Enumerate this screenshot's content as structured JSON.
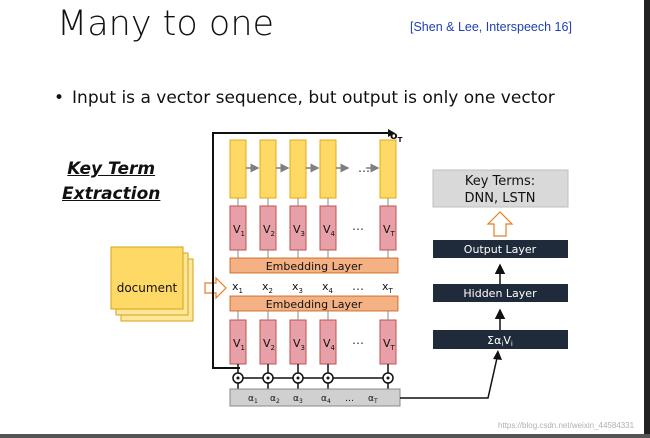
{
  "slide": {
    "title": "Many to one",
    "citation": "[Shen & Lee, Interspeech 16]",
    "bullet": "Input is a vector sequence, but output is only one vector",
    "key_term_extraction": [
      "Key Term",
      "Extraction"
    ],
    "watermark": "https://blog.csdn.net/weixin_44584331"
  },
  "diagram": {
    "document_label": "document",
    "output_label": "o",
    "output_subscript": "T",
    "v_labels": [
      "V",
      "V",
      "V",
      "V",
      "V"
    ],
    "v_subscripts": [
      "1",
      "2",
      "3",
      "4",
      "T"
    ],
    "x_labels": [
      "x",
      "x",
      "x",
      "x",
      "x"
    ],
    "x_subscripts": [
      "1",
      "2",
      "3",
      "4",
      "T"
    ],
    "ellipsis": "…",
    "embedding_top": "Embedding Layer",
    "embedding_bottom": "Embedding Layer",
    "alpha_labels": [
      "α",
      "α",
      "α",
      "α",
      "α"
    ],
    "alpha_subscripts": [
      "1",
      "2",
      "3",
      "4",
      "T"
    ],
    "output_layer": "Output Layer",
    "hidden_layer": "Hidden Layer",
    "sum_alpha_v": "Σα",
    "sum_sub_i1": "i",
    "sum_v": "V",
    "sum_sub_i2": "i",
    "key_terms_line1": "Key Terms:",
    "key_terms_line2": "DNN, LSTN",
    "colors": {
      "yellow_fill": "#ffd966",
      "yellow_stroke": "#e6a817",
      "pink_fill": "#e8a0a8",
      "pink_stroke": "#c0504d",
      "embed_fill": "#f4b183",
      "dark_box": "#1f2a3a",
      "gray_box": "#d0d0d0",
      "doc_fill": "#ffe699"
    }
  }
}
